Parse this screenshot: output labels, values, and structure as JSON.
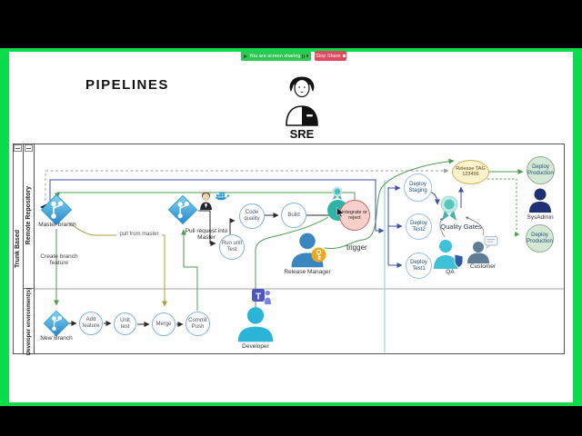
{
  "screen_share": {
    "status_label": "You are screen sharing",
    "stop_label": "Stop Share"
  },
  "header": {
    "title": "PIPELINES",
    "role_label": "SRE"
  },
  "lanes": {
    "outer": "Trunk Based",
    "remote": "Remote Repository",
    "developer": "Developer environment(s)"
  },
  "nodes": {
    "master_branch": {
      "label": "Master branch"
    },
    "new_branch": {
      "label": "New Branch"
    },
    "add_feature": {
      "label": "Add feature"
    },
    "unit_test": {
      "label": "Unit test"
    },
    "merge": {
      "label": "Merge"
    },
    "commit_push": {
      "label": "Commit Push"
    },
    "pull_request": {
      "label": "Pull request into Master"
    },
    "run_unit_test": {
      "label": "Run unit Test"
    },
    "code_quality": {
      "label": "Code quality"
    },
    "build": {
      "label": "Build"
    },
    "integrate_or_reject": {
      "label": "integrate or reject"
    },
    "deploy_staging": {
      "label": "Deploy Staging"
    },
    "deploy_test2": {
      "label": "Deploy Test2"
    },
    "deploy_test1": {
      "label": "Deploy Test1"
    },
    "release_tag": {
      "label": "Release TAG 123456"
    },
    "deploy_production_top": {
      "label": "Deploy Production"
    },
    "deploy_production_bottom": {
      "label": "Deploy Production"
    },
    "quality_gates": {
      "label": "Quality Gates"
    },
    "qa": {
      "label": "QA"
    },
    "customer": {
      "label": "Customer"
    },
    "sysadmin": {
      "label": "SysAdmin"
    },
    "developer": {
      "label": "Developer"
    },
    "release_manager": {
      "label": "Release Manager"
    }
  },
  "edges": {
    "pull_from_master": "pull from master",
    "create_branch": "Create branch feature",
    "trigger": "trigger"
  },
  "icons": {
    "teams_letter": "T"
  },
  "colors": {
    "frame_green": "#0bdc4e",
    "share_green": "#2fc654",
    "stop_red": "#e3485f",
    "branch_blue": "#2a84c8",
    "circle_border": "#85b1de",
    "reject_pink": "#f7cfcb",
    "tag_yellow": "#fff2cc",
    "prod_green": "#d5e8d4",
    "connector_navy": "#3f51a5",
    "connector_green": "#4f9e4f",
    "connector_olive": "#a8a23f",
    "developer_cyan": "#2ab5d6",
    "sysadmin_navy": "#1f3075"
  }
}
